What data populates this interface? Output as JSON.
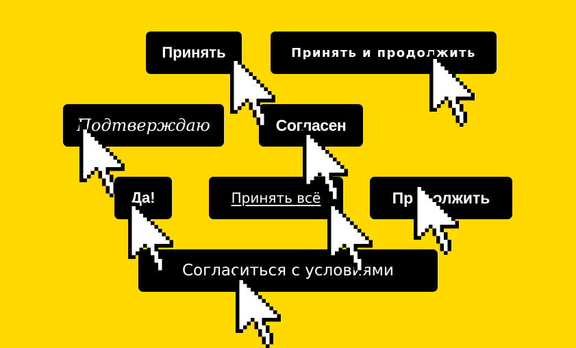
{
  "colors": {
    "background": "#FFD900",
    "button": "#000000",
    "text": "#FFFFFF"
  },
  "buttons": {
    "accept": "Принять",
    "accept_continue": "Принять и продолжить",
    "confirm": "Подтверждаю",
    "agree": "Согласен",
    "yes": "Да!",
    "accept_all": "Принять всё",
    "continue": "Продолжить",
    "agree_terms": "Согласиться с условиями"
  },
  "icons": {
    "cursor": "pixel-arrow-cursor-icon"
  }
}
